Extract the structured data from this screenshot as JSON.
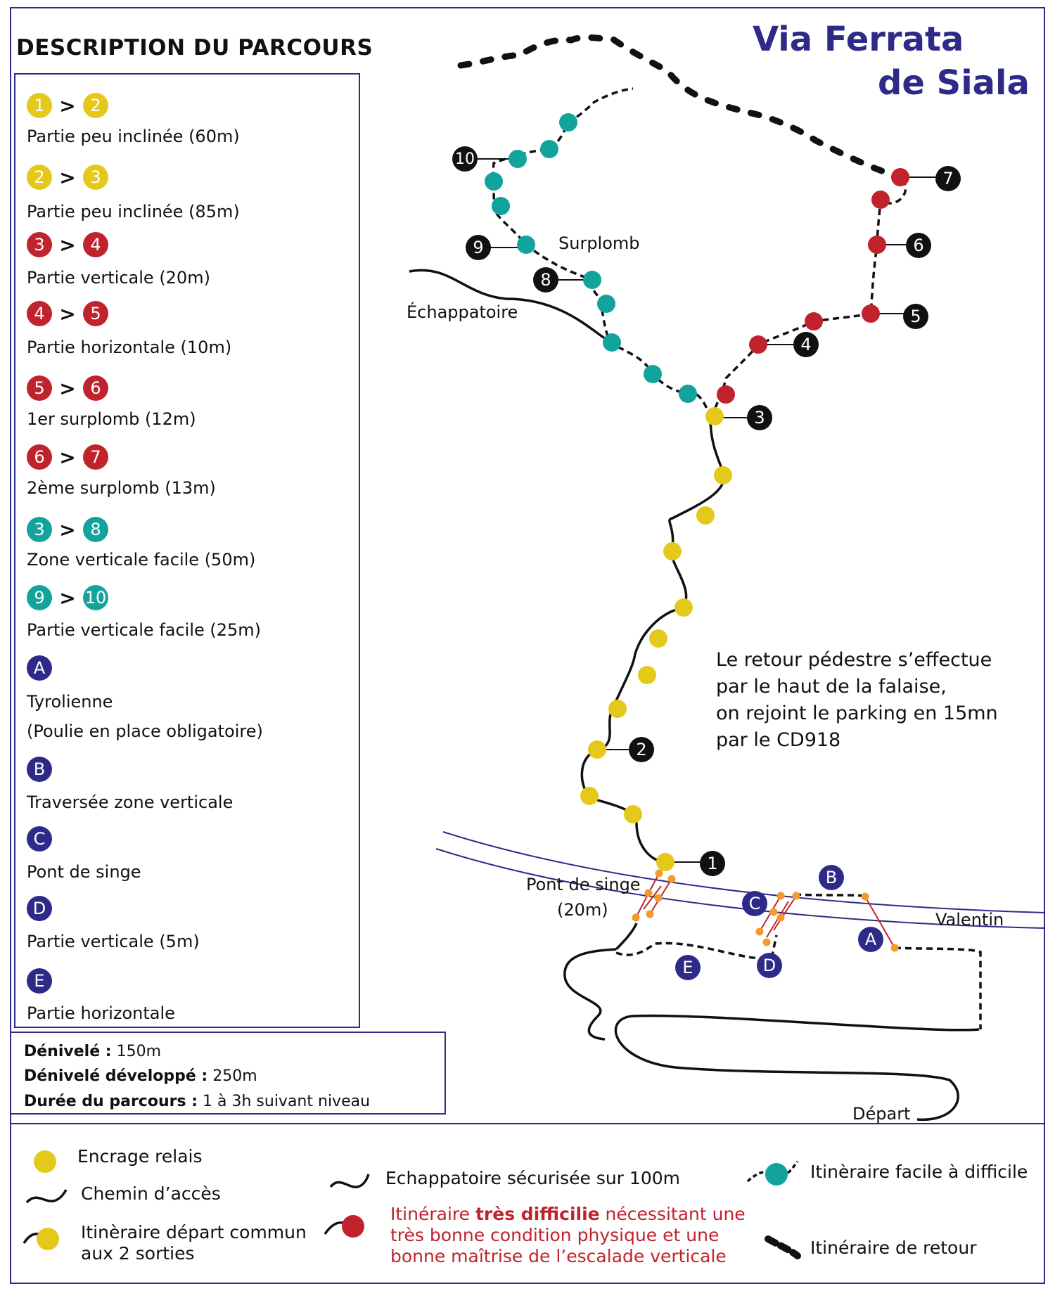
{
  "title": {
    "line1": "Via Ferrata",
    "line2": "de Siala"
  },
  "panel_title": "DESCRIPTION DU PARCOURS",
  "colors": {
    "yellow": "#e5c91a",
    "red": "#c0232c",
    "teal": "#12a39d",
    "blue": "#2e2a88",
    "orange": "#f39a2a",
    "black": "#111111"
  },
  "segments": [
    {
      "from": "1",
      "to": "2",
      "color": "yellow",
      "desc": "Partie peu inclinée (60m)"
    },
    {
      "from": "2",
      "to": "3",
      "color": "yellow",
      "desc": "Partie peu inclinée (85m)"
    },
    {
      "from": "3",
      "to": "4",
      "color": "red",
      "desc": "Partie verticale (20m)"
    },
    {
      "from": "4",
      "to": "5",
      "color": "red",
      "desc": "Partie horizontale (10m)"
    },
    {
      "from": "5",
      "to": "6",
      "color": "red",
      "desc": "1er surplomb (12m)"
    },
    {
      "from": "6",
      "to": "7",
      "color": "red",
      "desc": "2ème surplomb (13m)"
    },
    {
      "from": "3",
      "to": "8",
      "color": "teal",
      "desc": "Zone verticale facile (50m)"
    },
    {
      "from": "9",
      "to": "10",
      "color": "teal",
      "desc": "Partie verticale facile (25m)"
    }
  ],
  "features": [
    {
      "letter": "A",
      "desc": "Tyrolienne",
      "desc2": "(Poulie en place obligatoire)"
    },
    {
      "letter": "B",
      "desc": "Traversée zone verticale"
    },
    {
      "letter": "C",
      "desc": "Pont de singe"
    },
    {
      "letter": "D",
      "desc": "Partie verticale (5m)"
    },
    {
      "letter": "E",
      "desc": "Partie horizontale"
    }
  ],
  "stats": [
    {
      "label": "Dénivelé :",
      "value": "150m"
    },
    {
      "label": "Dénivelé développé :",
      "value": "250m"
    },
    {
      "label": "Durée du parcours :",
      "value": "1 à 3h suivant niveau"
    }
  ],
  "map_labels": {
    "surplomb": "Surplomb",
    "echappatoire": "Échappatoire",
    "pont_de_singe_1": "Pont de singe",
    "pont_de_singe_2": "(20m)",
    "valentin": "Valentin",
    "depart": "Départ"
  },
  "note_lines": [
    "Le retour pédestre s’effectue",
    "par le haut de la falaise,",
    "on rejoint le parking en 15mn",
    "par le CD918"
  ],
  "relay_numbers": [
    "1",
    "2",
    "3",
    "4",
    "5",
    "6",
    "7",
    "8",
    "9",
    "10"
  ],
  "feature_letters": [
    "A",
    "B",
    "C",
    "D",
    "E"
  ],
  "legend": {
    "encrage": "Encrage relais",
    "chemin": "Chemin d’accès",
    "depart_commun_1": "Itinèraire départ commun",
    "depart_commun_2": "aux 2 sorties",
    "echappatoire": "Echappatoire sécurisée sur 100m",
    "tres_difficile_1_pre": "Itinéraire ",
    "tres_difficile_1_bold": "très difficilie",
    "tres_difficile_1_post": " nécessitant une",
    "tres_difficile_2": "très bonne condition physique et une",
    "tres_difficile_3": "bonne maîtrise de l’escalade verticale",
    "facile": "Itinèraire facile à difficile",
    "retour": "Itinéraire de retour"
  }
}
